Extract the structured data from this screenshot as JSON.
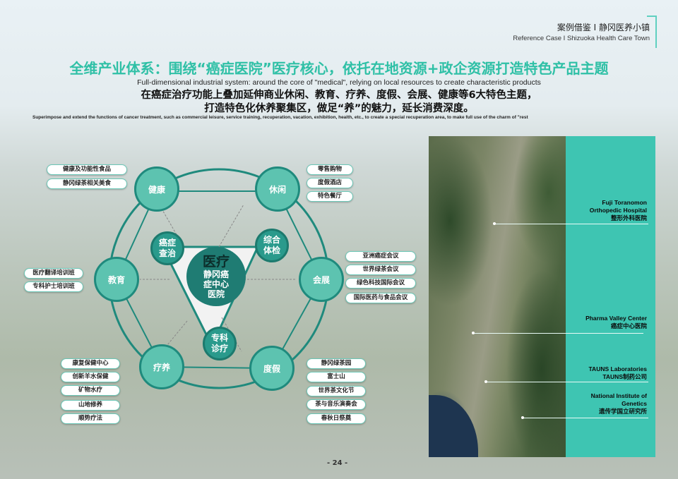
{
  "header": {
    "section_cn": "案例借鉴 I 静冈医养小镇",
    "section_en": "Reference Case I Shizuoka Health Care Town"
  },
  "title": "全维产业体系：围绕“癌症医院”医疗核心，依托在地资源+政企资源打造特色产品主题",
  "subtitle_en": "Full-dimensional industrial system: around the core of \"medical\", relying on local resources to create characteristic products",
  "desc_cn_1": "在癌症治疗功能上叠加延伸商业休闲、教育、疗养、度假、会展、健康等6大特色主题，",
  "desc_cn_2": "打造特色化休养聚集区，做足“养”的魅力，延长消费深度。",
  "desc_en": "Superimpose and extend the functions of cancer treatment, such as commercial leisure, service training, recuperation, vacation, exhibition, health, etc., to create a special recuperation area, to make full use of the charm of \"rest",
  "diagram": {
    "center": {
      "title": "医疗",
      "name": "静冈癌症中心医院"
    },
    "inner": [
      "癌症查治",
      "综合体检",
      "专科诊疗"
    ],
    "themes": {
      "health": {
        "label": "健康",
        "items": [
          "健康及功能性食品",
          "静冈绿茶相关美食"
        ]
      },
      "leisure": {
        "label": "休闲",
        "items": [
          "零售购物",
          "度假酒店",
          "特色餐厅"
        ]
      },
      "education": {
        "label": "教育",
        "items": [
          "医疗翻译培训班",
          "专科护士培训班"
        ]
      },
      "exhibition": {
        "label": "会展",
        "items": [
          "亚洲癌症会议",
          "世界绿茶会议",
          "绿色科技国际会议",
          "国际医药与食品会议"
        ]
      },
      "recuperation": {
        "label": "疗养",
        "items": [
          "康复保健中心",
          "创新羊水保健",
          "矿物水疗",
          "山地修养",
          "顺势疗法"
        ]
      },
      "vacation": {
        "label": "度假",
        "items": [
          "静冈绿茶园",
          "富士山",
          "世界茶文化节",
          "茶与音乐演奏会",
          "春秋日祭奠"
        ]
      }
    }
  },
  "map_labels": [
    {
      "en": "Fuji Toranomon Orthopedic Hospital",
      "cn": "整形外科医院"
    },
    {
      "en": "Pharma Valley Center",
      "cn": "癌症中心医院"
    },
    {
      "en": "TAUNS Laboratories",
      "cn": "TAUNS制药公司"
    },
    {
      "en": "National Institute of Genetics",
      "cn": "遗传学国立研究所"
    }
  ],
  "page_number": "- 24 -",
  "colors": {
    "accent": "#2fc0a6",
    "node": "#5dc3b0",
    "ring": "#1f8a7d",
    "panel": "#3ec5b2"
  }
}
